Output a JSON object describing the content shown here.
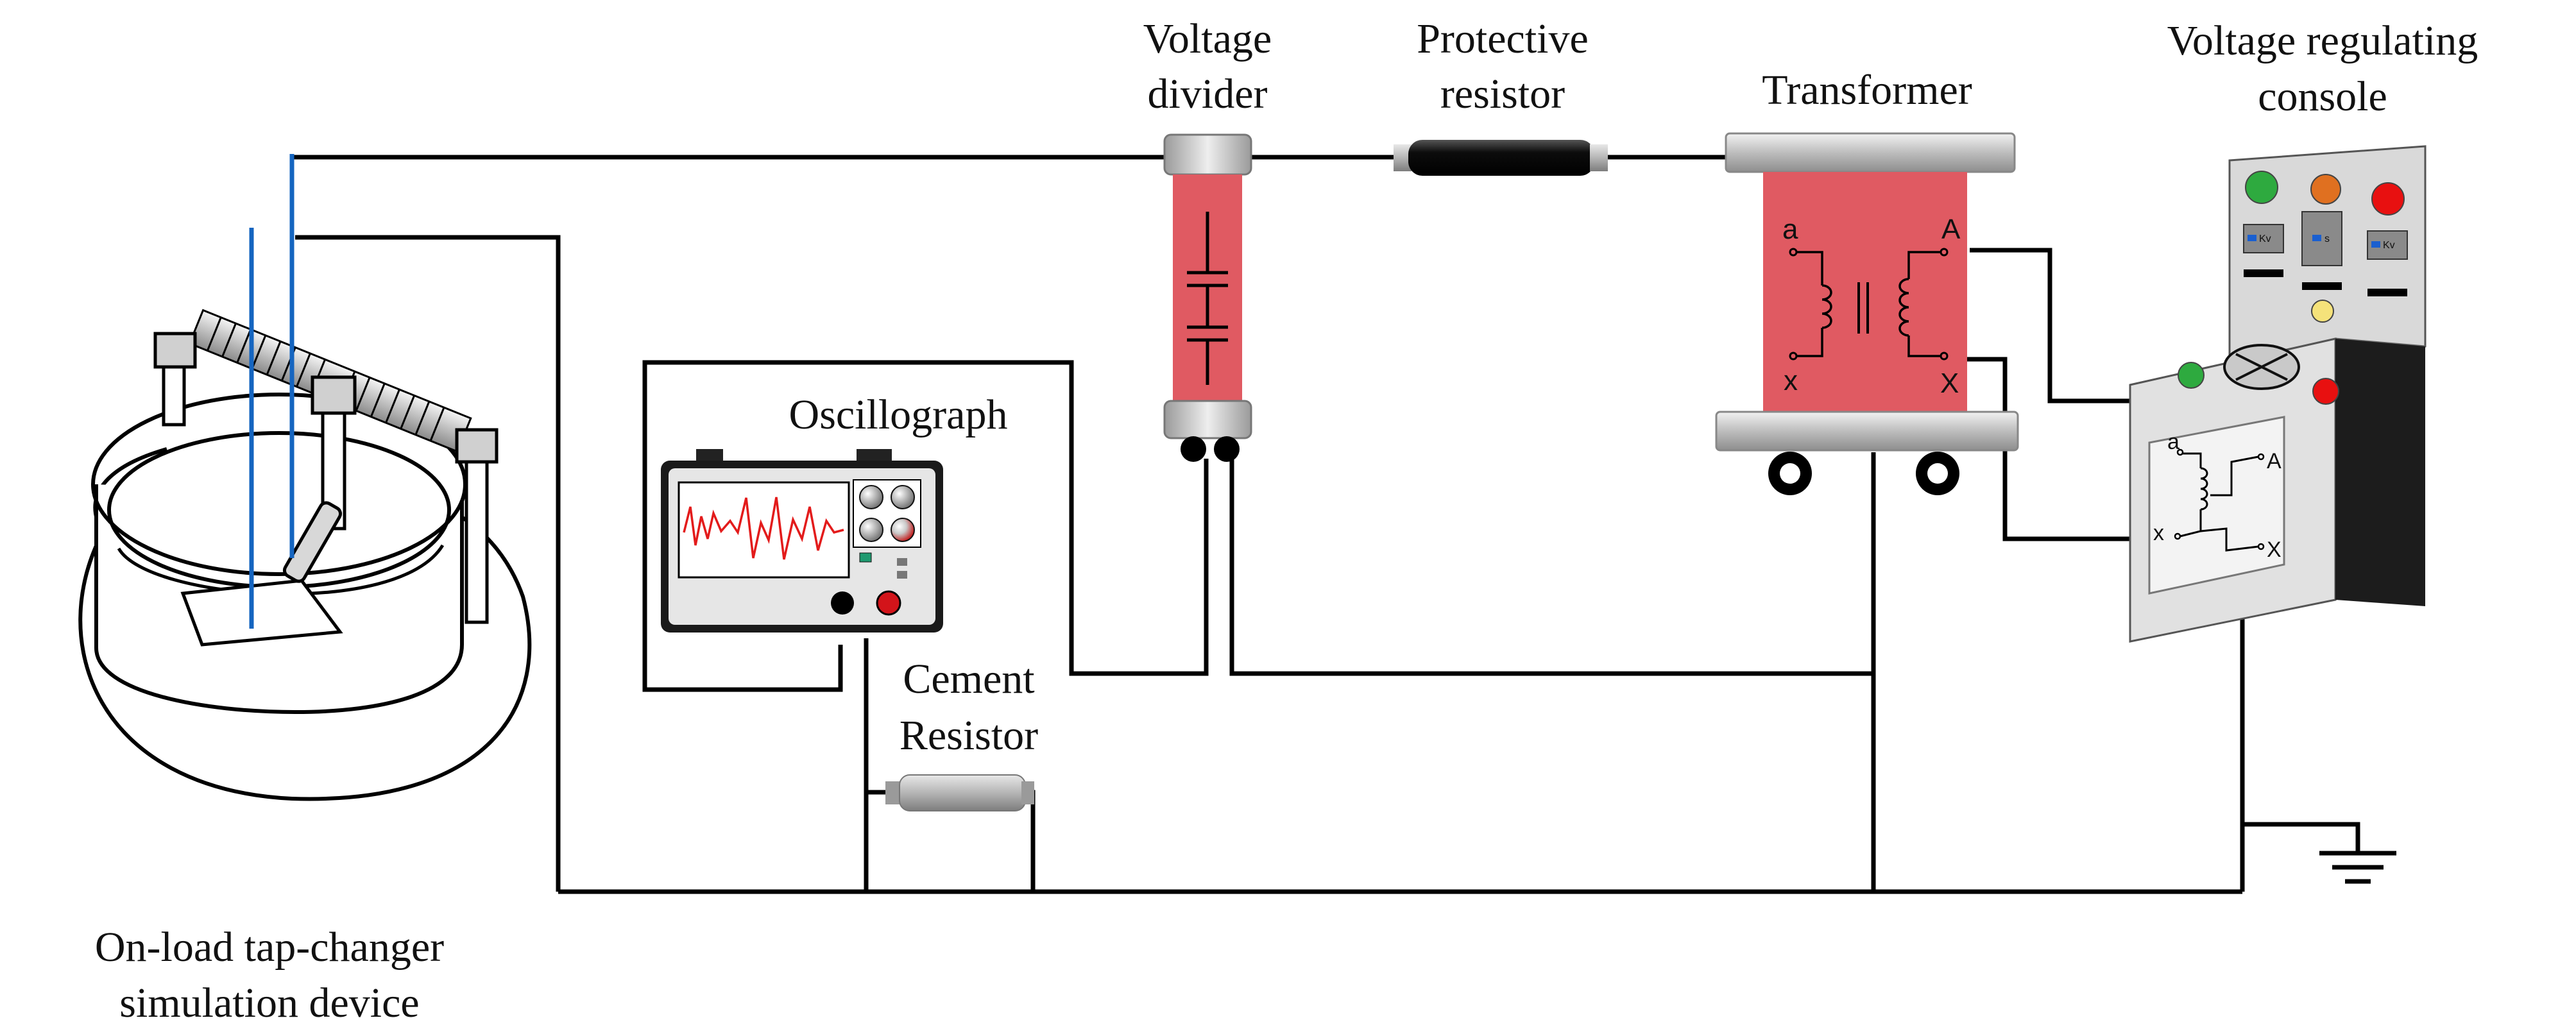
{
  "labels": {
    "voltage_divider": [
      "Voltage",
      "divider"
    ],
    "protective_resistor": [
      "Protective",
      "resistor"
    ],
    "transformer": "Transformer",
    "console": [
      "Voltage regulating",
      "console"
    ],
    "oscillograph": "Oscillograph",
    "cement_resistor": [
      "Cement",
      "Resistor"
    ],
    "tap_changer": [
      "On-load tap-changer",
      "simulation device"
    ]
  },
  "terminals": {
    "a": "a",
    "x": "x",
    "A": "A",
    "X": "X"
  },
  "console_meters": [
    "Kv",
    "s",
    "Kv"
  ],
  "colors": {
    "red_body": "#e05a62",
    "wire": "#000000",
    "electrode": "#1565c0",
    "green_lamp": "#2eaa3f",
    "orange_lamp": "#e07020",
    "red_lamp": "#e81010",
    "yellow_lamp": "#f5e27a",
    "trace": "#e31b1b"
  }
}
